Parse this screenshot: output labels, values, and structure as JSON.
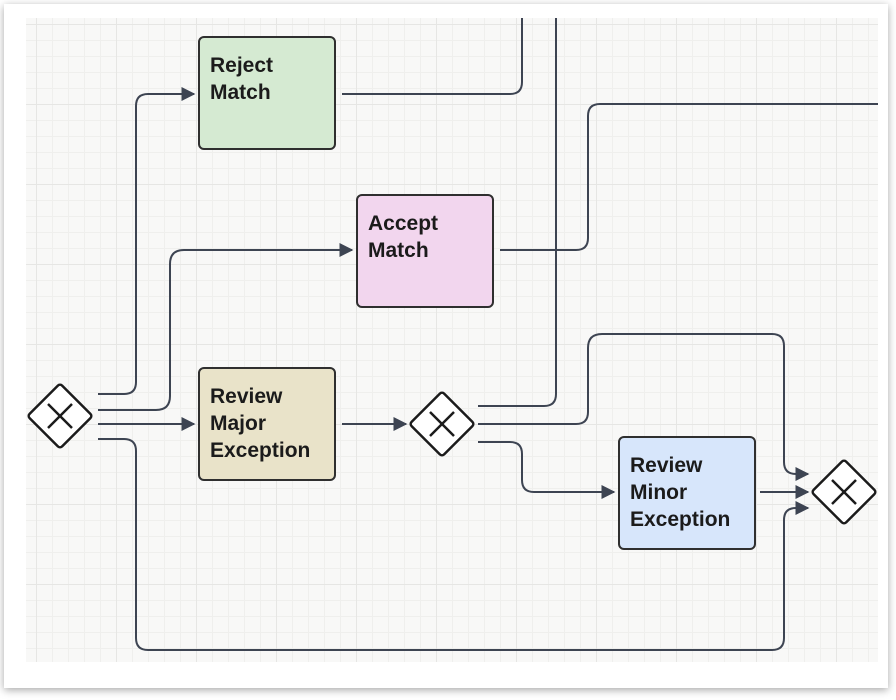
{
  "diagram": {
    "tasks": {
      "reject_match": {
        "label": "Reject\nMatch",
        "fill": "#d5ead2"
      },
      "accept_match": {
        "label": "Accept\nMatch",
        "fill": "#f2d6ee"
      },
      "review_major_exception": {
        "label": "Review\nMajor\nException",
        "fill": "#e9e3c9"
      },
      "review_minor_exception": {
        "label": "Review\nMinor\nException",
        "fill": "#d7e6fb"
      }
    },
    "gateway_icon": "exclusive-gateway-x",
    "colors": {
      "edge": "#3d4452",
      "task_border": "#2f2f2f"
    }
  }
}
